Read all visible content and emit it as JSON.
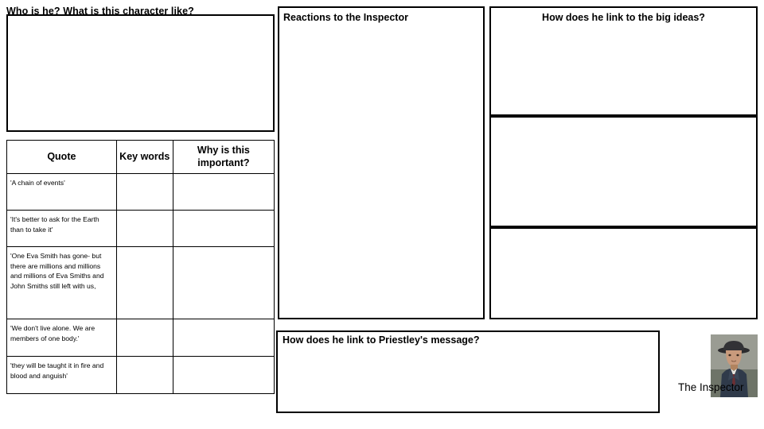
{
  "character_box": {
    "heading": "Who is he? What is this character like?"
  },
  "quote_table": {
    "headers": [
      "Quote",
      "Key words",
      "Why is this important?"
    ],
    "rows": [
      {
        "quote": "'A chain of events'",
        "key_words": "",
        "why": ""
      },
      {
        "quote": "'It's better to ask for the Earth than to take it'",
        "key_words": "",
        "why": ""
      },
      {
        "quote": "'One Eva Smith has gone- but there are millions and millions and millions of Eva Smiths and John Smiths still left with us,",
        "key_words": "",
        "why": ""
      },
      {
        "quote": "'We don't live alone. We are members of one body.'",
        "key_words": "",
        "why": ""
      },
      {
        "quote": "'they will be taught it in fire and blood and anguish'",
        "key_words": "",
        "why": ""
      }
    ]
  },
  "reactions": {
    "heading": "Reactions to the Inspector",
    "content": ""
  },
  "priestley_message": {
    "heading": "How does he link to Priestley's message?",
    "content": ""
  },
  "big_ideas": {
    "heading": "How does he link to the big ideas?",
    "sections": [
      "",
      "",
      ""
    ]
  },
  "inspector_figure": {
    "caption": "The Inspector",
    "image_name": "inspector-portrait-photo"
  }
}
